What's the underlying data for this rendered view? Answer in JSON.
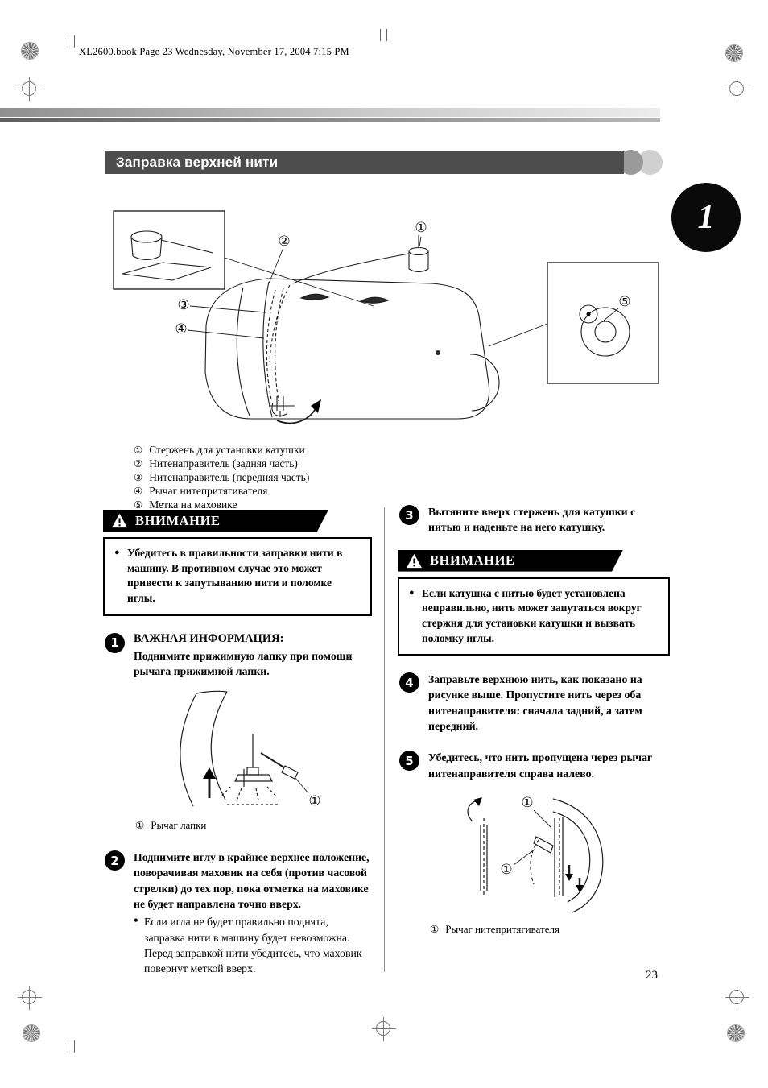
{
  "page": {
    "header_note": "XL2600.book  Page 23  Wednesday, November 17, 2004  7:15 PM",
    "section_title": "Заправка верхней нити",
    "chapter_number": "1",
    "page_number": "23"
  },
  "colors": {
    "title_bar": "#4d4d4d",
    "warning_banner": "#000000",
    "text": "#000000"
  },
  "legend": {
    "items": [
      {
        "num": "①",
        "text": "Стержень для установки катушки"
      },
      {
        "num": "②",
        "text": "Нитенаправитель (задняя часть)"
      },
      {
        "num": "③",
        "text": "Нитенаправитель (передняя часть)"
      },
      {
        "num": "④",
        "text": "Рычаг нитепритягивателя"
      },
      {
        "num": "⑤",
        "text": "Метка на маховике"
      }
    ]
  },
  "warnings": {
    "first": {
      "title": "ВНИМАНИЕ",
      "bullet": "●",
      "text": "Убедитесь в правильности заправки нити в машину. В противном случае это может привести к запутыванию нити и поломке иглы."
    },
    "second": {
      "title": "ВНИМАНИЕ",
      "bullet": "●",
      "text": "Если катушка с нитью будет установлена неправильно, нить может запутаться вокруг стержня для установки катушки и вызвать поломку иглы."
    }
  },
  "steps": {
    "s1": {
      "num": "1",
      "heading": "ВАЖНАЯ ИНФОРМАЦИЯ:",
      "text": "Поднимите прижимную лапку при помощи рычага прижимной лапки."
    },
    "s2": {
      "num": "2",
      "text": "Поднимите иглу в крайнее верхнее положение, поворачивая маховик на себя (против часовой стрелки) до тех пор, пока отметка на маховике не будет направлена точно вверх.",
      "bullet": "•",
      "bullet_text": "Если игла не будет правильно поднята, заправка нити в машину будет невозможна. Перед заправкой нити убедитесь, что маховик повернут меткой вверх."
    },
    "s3": {
      "num": "3",
      "text": "Вытяните вверх стержень для катушки с нитью и наденьте на него катушку."
    },
    "s4": {
      "num": "4",
      "text": "Заправьте верхнюю нить, как показано на рисунке выше. Пропустите нить через оба нитенаправителя: сначала задний, а затем передний."
    },
    "s5": {
      "num": "5",
      "text": "Убедитесь, что нить пропущена через рычаг нитенаправителя справа налево."
    }
  },
  "captions": {
    "presser": {
      "num": "①",
      "text": "Рычаг лапки"
    },
    "takeup": {
      "num": "①",
      "text": "Рычаг нитепритягивателя"
    }
  },
  "illustration": {
    "callout_1": "①",
    "callout_2": "②",
    "callout_3": "③",
    "callout_4": "④",
    "callout_5": "⑤",
    "presser_callout": "①",
    "takeup_callout_top": "①",
    "takeup_callout_side": "①"
  }
}
